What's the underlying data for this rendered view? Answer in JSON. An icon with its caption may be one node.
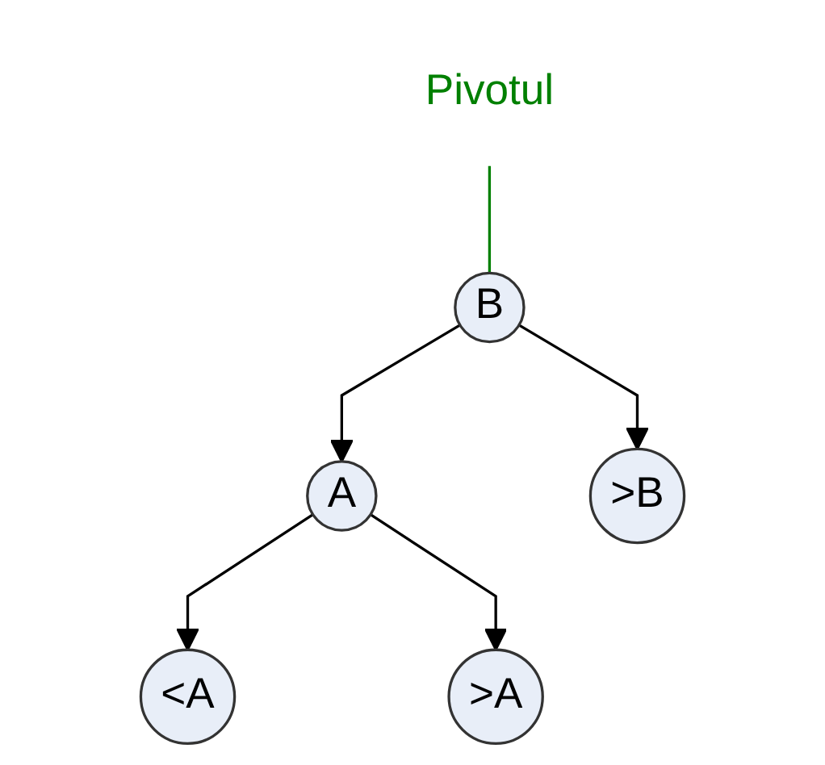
{
  "diagram": {
    "nodes": [
      {
        "text": [
          "Pivotul"
        ]
      },
      {
        "text": [
          "B"
        ]
      },
      {
        "text": [
          "A"
        ]
      },
      {
        "text": [
          ">B"
        ]
      },
      {
        "text": [
          "<A"
        ]
      },
      {
        "text": [
          ">A"
        ]
      }
    ],
    "edges": [
      {
        "from": 0,
        "to": 1,
        "arrow": "none",
        "color": "#008000"
      },
      {
        "from": 1,
        "to": 2,
        "arrow": "to"
      },
      {
        "from": 1,
        "to": 3,
        "arrow": "to"
      },
      {
        "from": 2,
        "to": 4,
        "arrow": "to"
      },
      {
        "from": 2,
        "to": 5,
        "arrow": "to"
      }
    ]
  }
}
